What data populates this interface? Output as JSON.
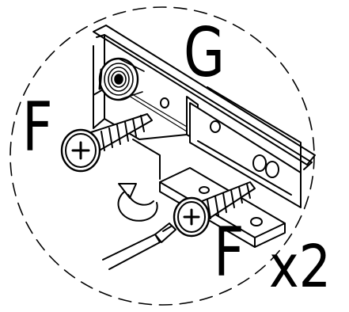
{
  "diagram": {
    "labels": {
      "part_g": "G",
      "part_f_top": "F",
      "part_f_bottom": "F",
      "quantity": "x2"
    },
    "colors": {
      "ink": "#000000",
      "paper": "#ffffff"
    },
    "icons": [
      "screw-icon",
      "screwdriver-icon",
      "rotate-arrow-icon",
      "roller-icon"
    ]
  }
}
